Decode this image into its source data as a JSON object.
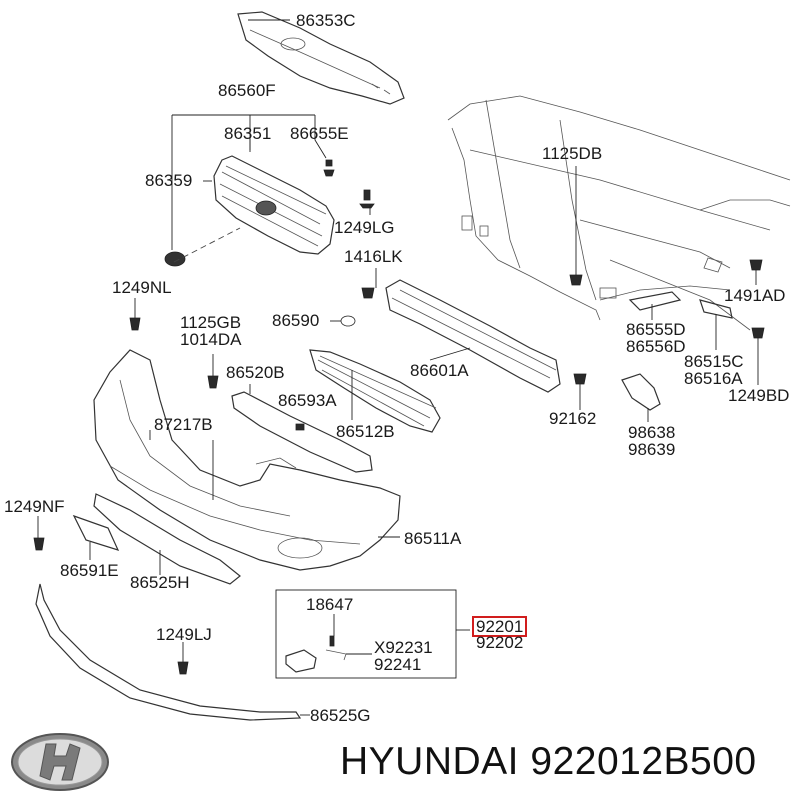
{
  "labels": {
    "p86353C": "86353C",
    "p86560F": "86560F",
    "p86351": "86351",
    "p86655E": "86655E",
    "p86359": "86359",
    "p1249LG": "1249LG",
    "p1125DB": "1125DB",
    "p1416LK": "1416LK",
    "p1249NL": "1249NL",
    "p1125GB": "1125GB",
    "p1014DA": "1014DA",
    "p86590": "86590",
    "p86520B": "86520B",
    "p86593A": "86593A",
    "p86601A": "86601A",
    "p87217B": "87217B",
    "p86512B": "86512B",
    "p1491AD": "1491AD",
    "p86555D": "86555D",
    "p86556D": "86556D",
    "p86515C": "86515C",
    "p86516A": "86516A",
    "p1249BD": "1249BD",
    "p92162": "92162",
    "p98638": "98638",
    "p98639": "98639",
    "p1249NF": "1249NF",
    "p86511A": "86511A",
    "p86591E": "86591E",
    "p86525H": "86525H",
    "p18647": "18647",
    "p92201": "92201",
    "p92202": "92202",
    "pX92231": "X92231",
    "p92241": "92241",
    "p1249LJ": "1249LJ",
    "p86525G": "86525G"
  },
  "footer": {
    "brand": "HYUNDAI",
    "part_number": "922012B500"
  },
  "colors": {
    "highlight": "#d11d1d",
    "line": "#333333"
  },
  "icons": {
    "logo": "hyundai-logo-icon"
  }
}
